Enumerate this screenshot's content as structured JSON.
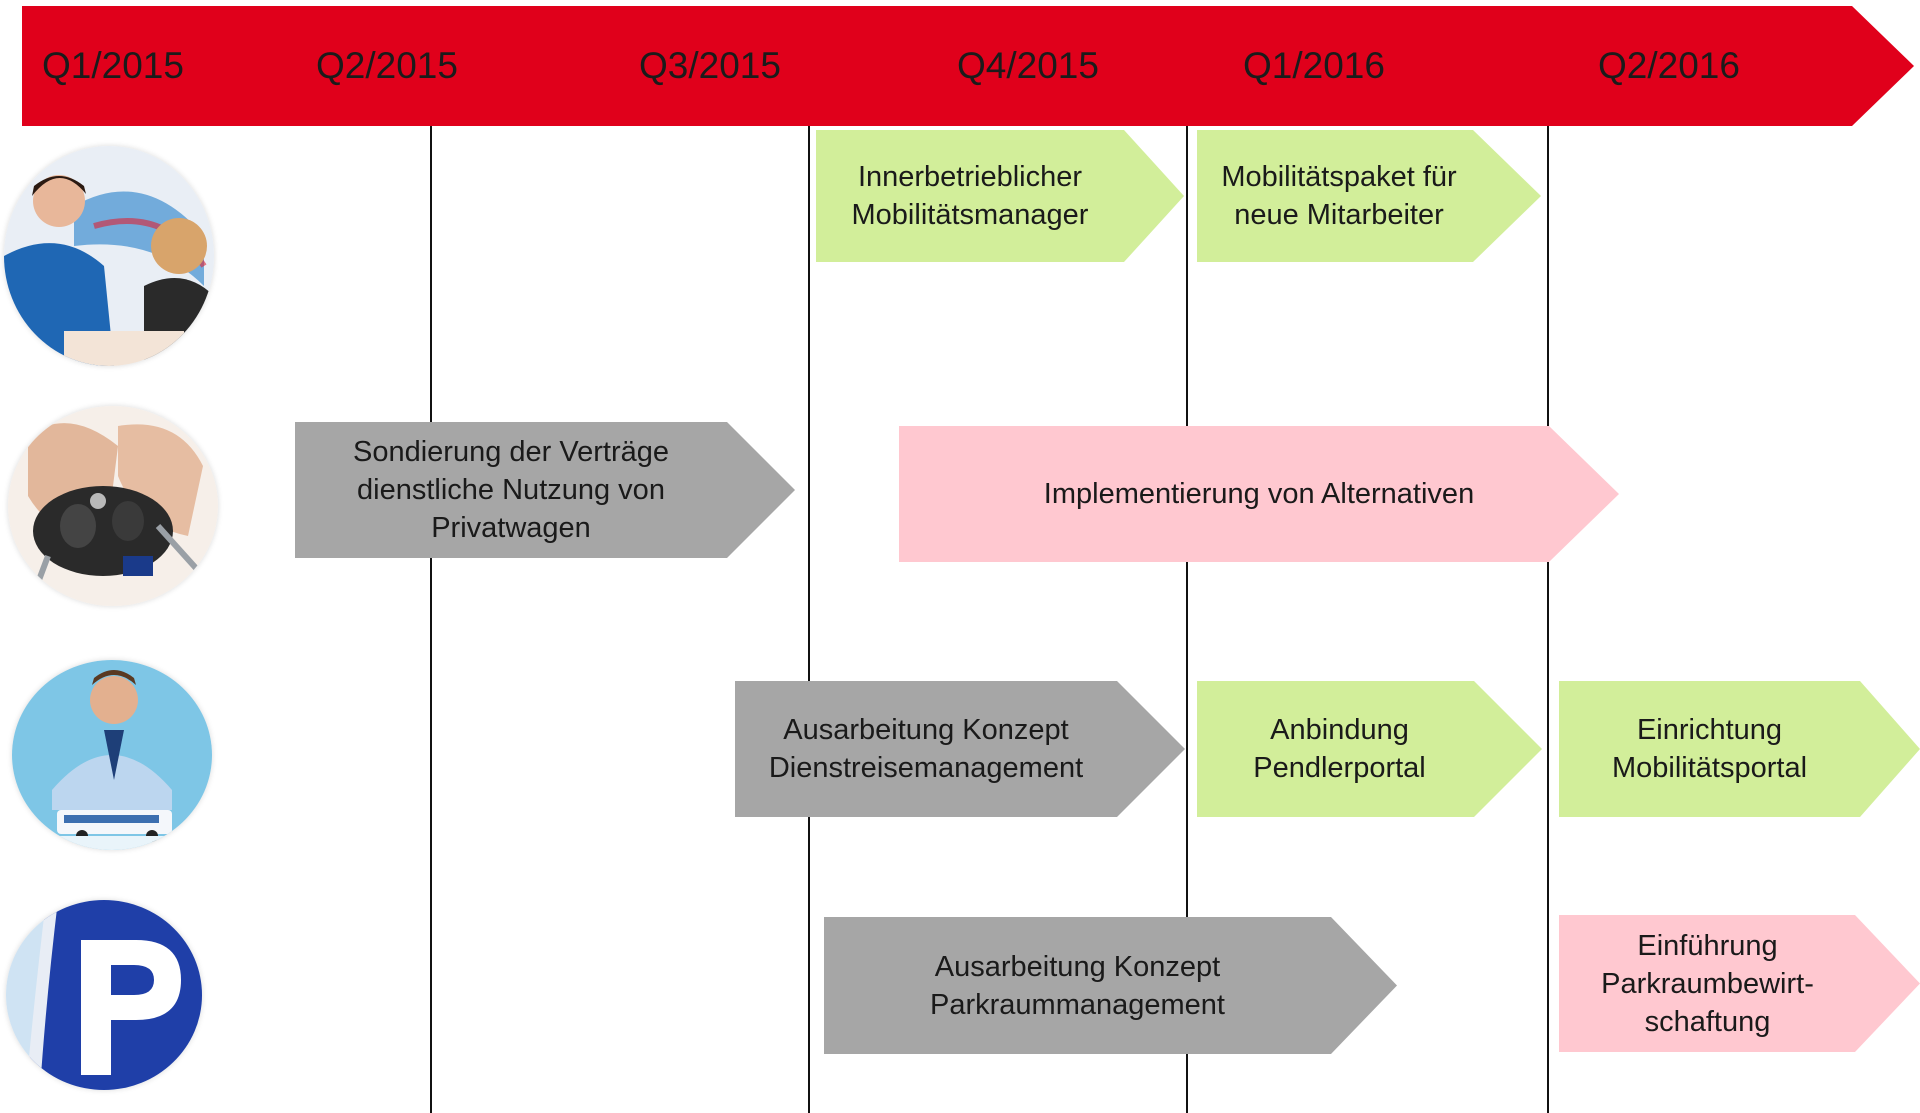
{
  "timeline": {
    "quarters": [
      "Q1/2015",
      "Q2/2015",
      "Q3/2015",
      "Q4/2015",
      "Q1/2016",
      "Q2/2016"
    ]
  },
  "colors": {
    "header": "#e0001b",
    "done": "#d2ee9a",
    "in_progress": "#a6a6a6",
    "planned": "#ffc8d0"
  },
  "rows": [
    {
      "icon": "person-consulting-photo",
      "tasks": [
        {
          "label": "Innerbetrieblicher\nMobilitätsmanager",
          "status": "done"
        },
        {
          "label": "Mobilitätspaket für\nneue Mitarbeiter",
          "status": "done"
        }
      ]
    },
    {
      "icon": "car-keys-photo",
      "tasks": [
        {
          "label": "Sondierung der Verträge\ndienstliche Nutzung von\nPrivatwagen",
          "status": "in_progress"
        },
        {
          "label": "Implementierung von Alternativen",
          "status": "planned"
        }
      ]
    },
    {
      "icon": "businessman-bus-photo",
      "tasks": [
        {
          "label": "Ausarbeitung Konzept\nDienstreisemanagement",
          "status": "in_progress"
        },
        {
          "label": "Anbindung\nPendlerportal",
          "status": "done"
        },
        {
          "label": "Einrichtung\nMobilitätsportal",
          "status": "done"
        }
      ]
    },
    {
      "icon": "parking-sign-photo",
      "tasks": [
        {
          "label": "Ausarbeitung Konzept\nParkraummanagement",
          "status": "in_progress"
        },
        {
          "label": "Einführung\nParkraumbewirt-\nschaftung",
          "status": "planned"
        }
      ]
    }
  ]
}
